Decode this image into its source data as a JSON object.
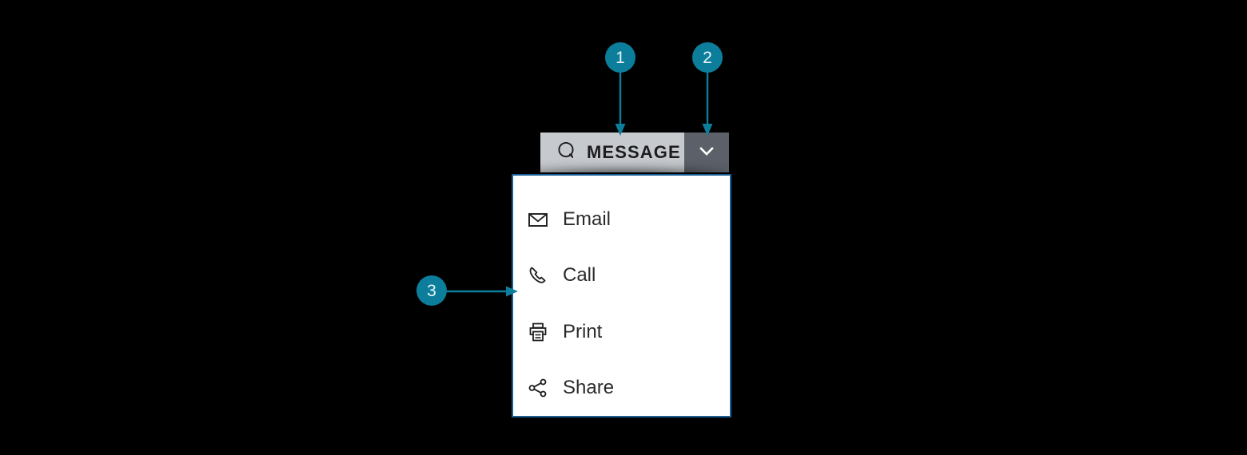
{
  "colors": {
    "background": "#000000",
    "accent_teal": "#0c7e9c",
    "button_face": "#c6c9ce",
    "button_toggle": "#5c6169",
    "menu_border": "#1a5e94",
    "menu_background": "#ffffff",
    "text_dark": "#1d1d1f",
    "menu_text": "#2b2b2b",
    "badge_text": "#e9f5f8"
  },
  "split_button": {
    "label": "MESSAGE",
    "icon": "message-bubble-icon",
    "toggle_icon": "chevron-down-icon"
  },
  "menu": {
    "items": [
      {
        "label": "Email",
        "icon": "envelope-icon"
      },
      {
        "label": "Call",
        "icon": "phone-icon"
      },
      {
        "label": "Print",
        "icon": "printer-icon"
      },
      {
        "label": "Share",
        "icon": "share-nodes-icon"
      }
    ]
  },
  "callouts": [
    {
      "number": "1",
      "target": "message-button"
    },
    {
      "number": "2",
      "target": "dropdown-toggle"
    },
    {
      "number": "3",
      "target": "dropdown-menu"
    }
  ]
}
